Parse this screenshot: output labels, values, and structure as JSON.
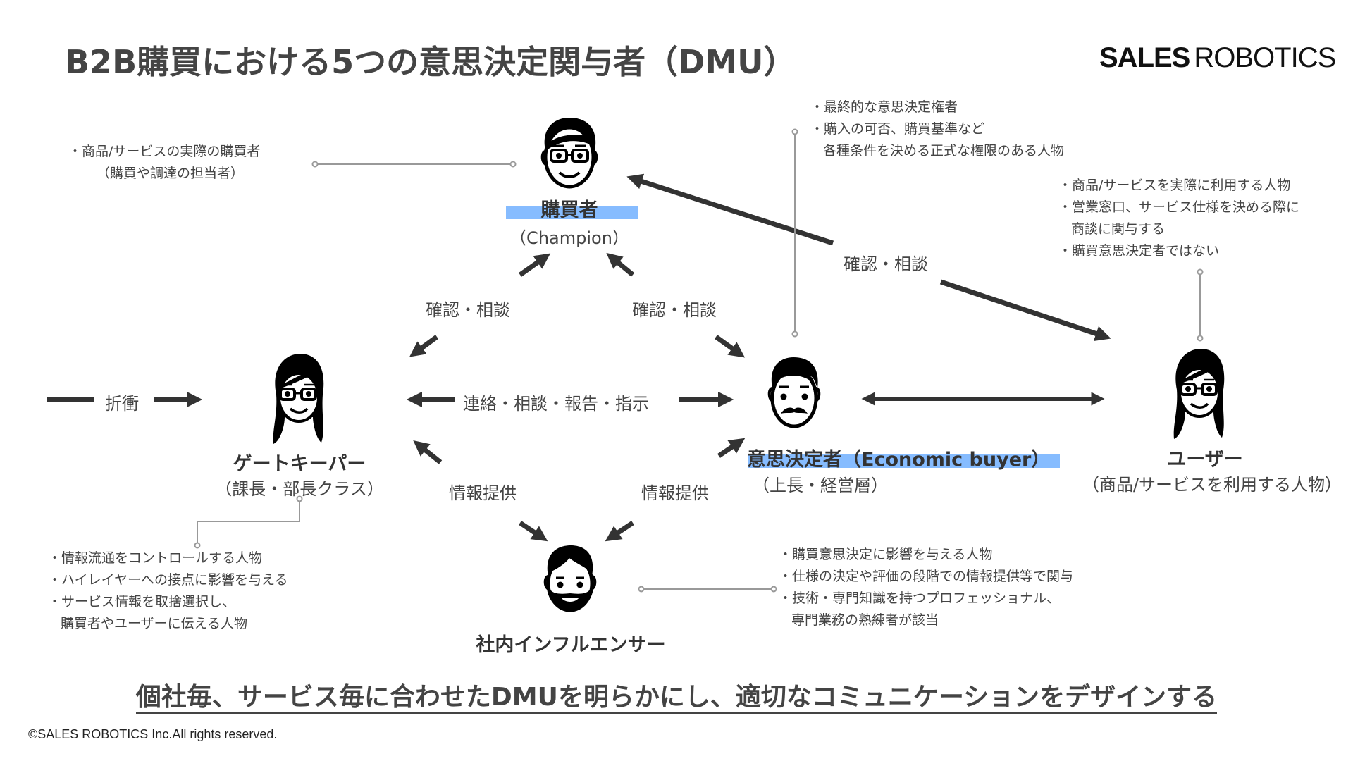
{
  "header": {
    "title": "B2B購買における5つの意思決定関与者（DMU）",
    "logo_bold": "SALES",
    "logo_light": "ROBOTICS"
  },
  "colors": {
    "highlight": "#86bcff",
    "text_dark": "#444444",
    "arrow": "#333333",
    "connector": "#999999"
  },
  "roles": {
    "champion": {
      "name": "購買者",
      "sub": "（Champion）",
      "icon": "man-with-glasses-icon",
      "notes": [
        "・商品/サービスの実際の購買者",
        "（購買や調達の担当者）"
      ]
    },
    "economic_buyer": {
      "name": "意思決定者（Economic buyer）",
      "sub": "（上長・経営層）",
      "icon": "man-with-mustache-icon",
      "notes": [
        "・最終的な意思決定権者",
        "・購入の可否、購買基準など",
        "各種条件を決める正式な権限のある人物"
      ]
    },
    "user": {
      "name": "ユーザー",
      "sub": "（商品/サービスを利用する人物）",
      "icon": "woman-with-glasses-icon",
      "notes": [
        "・商品/サービスを実際に利用する人物",
        "・営業窓口、サービス仕様を決める際に",
        "商談に関与する",
        "・購買意思決定者ではない"
      ]
    },
    "gatekeeper": {
      "name": "ゲートキーパー",
      "sub": "（課長・部長クラス）",
      "icon": "woman-with-glasses-icon",
      "notes": [
        "・情報流通をコントロールする人物",
        "・ハイレイヤーへの接点に影響を与える",
        "・サービス情報を取捨選択し、",
        "購買者やユーザーに伝える人物"
      ]
    },
    "influencer": {
      "name": "社内インフルエンサー",
      "icon": "man-with-beard-icon",
      "notes": [
        "・購買意思決定に影響を与える人物",
        "・仕様の決定や評価の段階での情報提供等で関与",
        "・技術・専門知識を持つプロフェッショナル、",
        "専門業務の熟練者が該当"
      ]
    }
  },
  "relations": {
    "negotiation": "折衝",
    "confirm_left": "確認・相談",
    "confirm_right": "確認・相談",
    "confirm_user": "確認・相談",
    "communication": "連絡・相談・報告・指示",
    "info_left": "情報提供",
    "info_right": "情報提供"
  },
  "footer": {
    "tagline": "個社毎、サービス毎に合わせたDMUを明らかにし、適切なコミュニケーションをデザインする",
    "copyright": "©SALES ROBOTICS Inc.All rights reserved."
  }
}
